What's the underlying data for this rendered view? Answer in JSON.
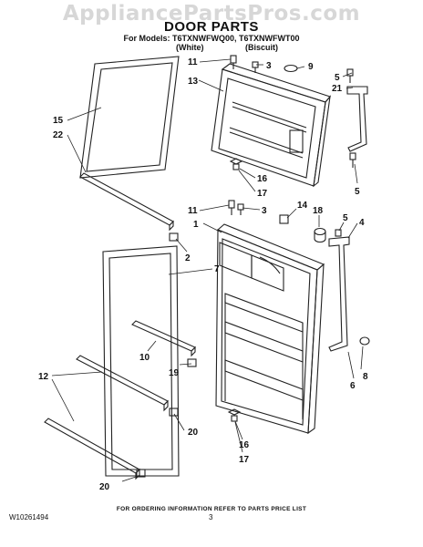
{
  "watermark": "AppliancePartsPros.com",
  "title": "DOOR PARTS",
  "models_line": "For Models: T6TXNWFWQ00, T6TXNWFWT00",
  "variant_white": "(White)",
  "variant_biscuit": "(Biscuit)",
  "footnote": "FOR ORDERING INFORMATION REFER TO PARTS PRICE LIST",
  "doc_number": "W10261494",
  "page_number": "3",
  "callouts": {
    "c11_top": "11",
    "c3_top": "3",
    "c9": "9",
    "c13": "13",
    "c5_top": "5",
    "c21": "21",
    "c15": "15",
    "c22": "22",
    "c16_top": "16",
    "c17_top": "17",
    "c5_upper_right": "5",
    "c11_mid": "11",
    "c3_mid": "3",
    "c14": "14",
    "c1": "1",
    "c18": "18",
    "c5_mid": "5",
    "c4": "4",
    "c2": "2",
    "c7": "7",
    "c10": "10",
    "c19": "19",
    "c12": "12",
    "c20_mid": "20",
    "c6": "6",
    "c8": "8",
    "c16_bottom": "16",
    "c17_bottom": "17",
    "c20_bottom": "20"
  }
}
